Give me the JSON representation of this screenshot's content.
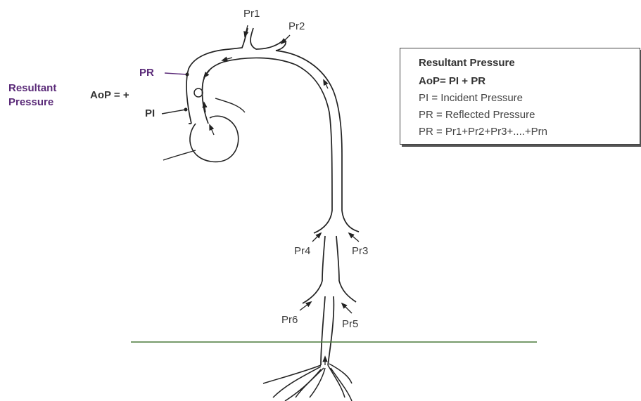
{
  "colors": {
    "line": "#222222",
    "label": "#3a3a3a",
    "accent_purple": "#5a2a78",
    "baseline_green": "#4a7a3a"
  },
  "labels": {
    "pr1": "Pr1",
    "pr2": "Pr2",
    "pr3": "Pr3",
    "pr4": "Pr4",
    "pr5": "Pr5",
    "pr6": "Pr6",
    "pr": "PR",
    "pi": "PI",
    "aop_eq": "AoP = +",
    "resultant_line1": "Resultant",
    "resultant_line2": "Pressure"
  },
  "legend": {
    "title": "Resultant Pressure",
    "formula": "AoP= PI + PR",
    "line1": "PI = Incident Pressure",
    "line2": "PR = Reflected Pressure",
    "line3": "PR = Pr1+Pr2+Pr3+....+Prn"
  }
}
